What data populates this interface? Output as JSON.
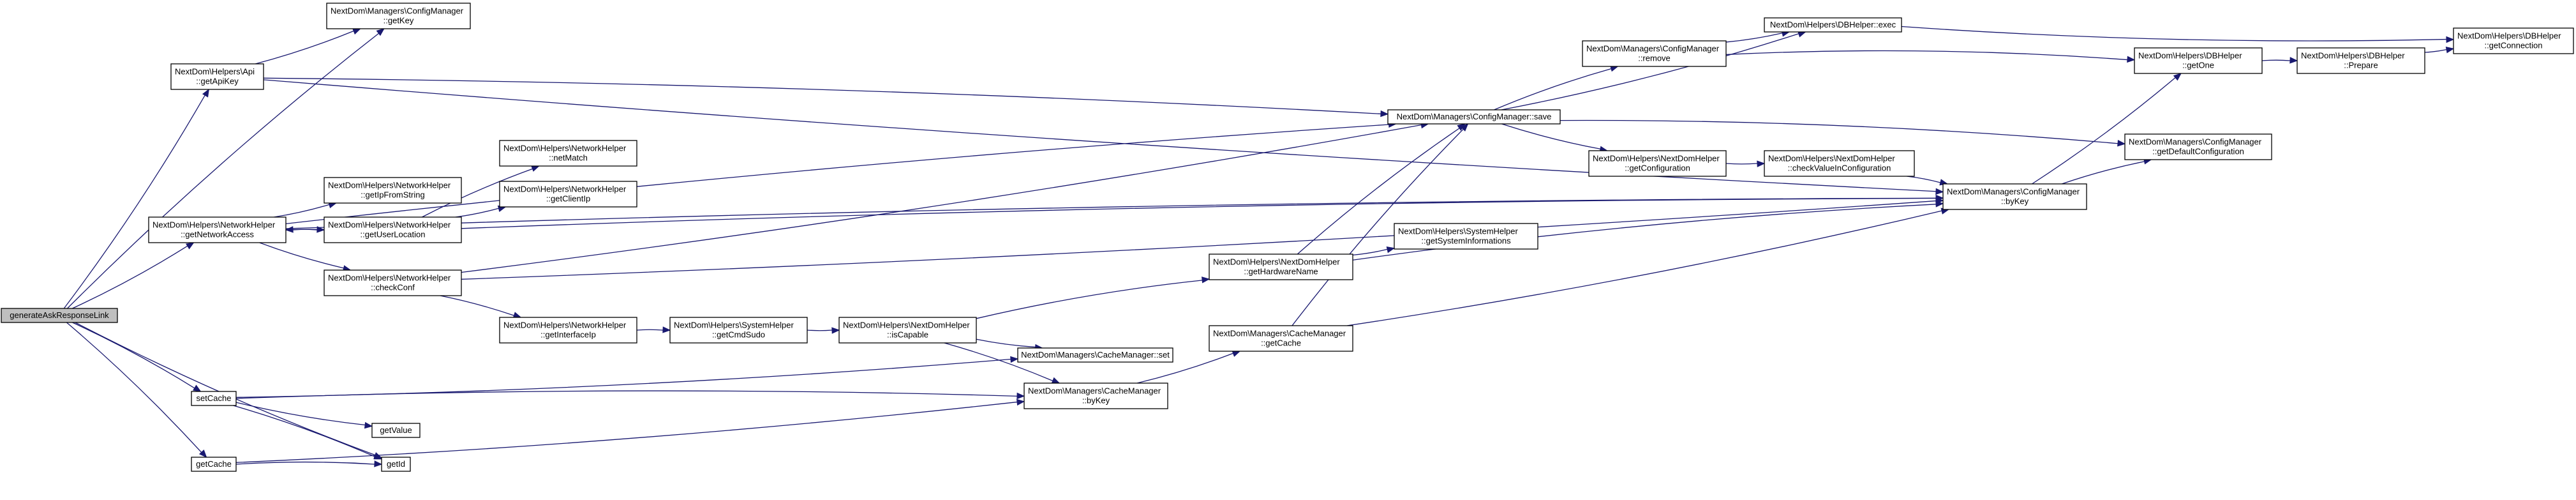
{
  "graph": {
    "root": "generateAskResponseLink",
    "nodes": [
      {
        "id": "gen",
        "lines": [
          "generateAskResponseLink"
        ],
        "highlight": true
      },
      {
        "id": "api",
        "lines": [
          "NextDom\\Helpers\\Api",
          "::getApiKey"
        ]
      },
      {
        "id": "cm_getkey",
        "lines": [
          "NextDom\\Managers\\ConfigManager",
          "::getKey"
        ]
      },
      {
        "id": "nh_access",
        "lines": [
          "NextDom\\Helpers\\NetworkHelper",
          "::getNetworkAccess"
        ]
      },
      {
        "id": "nh_ipfrom",
        "lines": [
          "NextDom\\Helpers\\NetworkHelper",
          "::getIpFromString"
        ]
      },
      {
        "id": "nh_userloc",
        "lines": [
          "NextDom\\Helpers\\NetworkHelper",
          "::getUserLocation"
        ]
      },
      {
        "id": "nh_netmatch",
        "lines": [
          "NextDom\\Helpers\\NetworkHelper",
          "::netMatch"
        ]
      },
      {
        "id": "nh_clientip",
        "lines": [
          "NextDom\\Helpers\\NetworkHelper",
          "::getClientIp"
        ]
      },
      {
        "id": "nh_check",
        "lines": [
          "NextDom\\Helpers\\NetworkHelper",
          "::checkConf"
        ]
      },
      {
        "id": "nh_iface",
        "lines": [
          "NextDom\\Helpers\\NetworkHelper",
          "::getInterfaceIp"
        ]
      },
      {
        "id": "sh_sudo",
        "lines": [
          "NextDom\\Helpers\\SystemHelper",
          "::getCmdSudo"
        ]
      },
      {
        "id": "ndh_capable",
        "lines": [
          "NextDom\\Helpers\\NextDomHelper",
          "::isCapable"
        ]
      },
      {
        "id": "cache_set",
        "lines": [
          "NextDom\\Managers\\CacheManager::set"
        ]
      },
      {
        "id": "cache_bykey",
        "lines": [
          "NextDom\\Managers\\CacheManager",
          "::byKey"
        ]
      },
      {
        "id": "setCache",
        "lines": [
          "setCache"
        ]
      },
      {
        "id": "getValue",
        "lines": [
          "getValue"
        ]
      },
      {
        "id": "getId",
        "lines": [
          "getId"
        ]
      },
      {
        "id": "getCache",
        "lines": [
          "getCache"
        ]
      },
      {
        "id": "ndh_hw",
        "lines": [
          "NextDom\\Helpers\\NextDomHelper",
          "::getHardwareName"
        ]
      },
      {
        "id": "sh_sysinfo",
        "lines": [
          "NextDom\\Helpers\\SystemHelper",
          "::getSystemInformations"
        ]
      },
      {
        "id": "cache_get",
        "lines": [
          "NextDom\\Managers\\CacheManager",
          "::getCache"
        ]
      },
      {
        "id": "cm_save",
        "lines": [
          "NextDom\\Managers\\ConfigManager::save"
        ]
      },
      {
        "id": "cm_remove",
        "lines": [
          "NextDom\\Managers\\ConfigManager",
          "::remove"
        ]
      },
      {
        "id": "ndh_conf",
        "lines": [
          "NextDom\\Helpers\\NextDomHelper",
          "::getConfiguration"
        ]
      },
      {
        "id": "ndh_check",
        "lines": [
          "NextDom\\Helpers\\NextDomHelper",
          "::checkValueInConfiguration"
        ]
      },
      {
        "id": "db_exec",
        "lines": [
          "NextDom\\Helpers\\DBHelper::exec"
        ]
      },
      {
        "id": "db_getone",
        "lines": [
          "NextDom\\Helpers\\DBHelper",
          "::getOne"
        ]
      },
      {
        "id": "db_prepare",
        "lines": [
          "NextDom\\Helpers\\DBHelper",
          "::Prepare"
        ]
      },
      {
        "id": "db_conn",
        "lines": [
          "NextDom\\Helpers\\DBHelper",
          "::getConnection"
        ]
      },
      {
        "id": "cm_default",
        "lines": [
          "NextDom\\Managers\\ConfigManager",
          "::getDefaultConfiguration"
        ]
      },
      {
        "id": "cm_bykey",
        "lines": [
          "NextDom\\Managers\\ConfigManager",
          "::byKey"
        ]
      }
    ],
    "edges": [
      [
        "gen",
        "api"
      ],
      [
        "gen",
        "cm_getkey"
      ],
      [
        "gen",
        "nh_access"
      ],
      [
        "gen",
        "setCache"
      ],
      [
        "gen",
        "getId"
      ],
      [
        "gen",
        "getCache"
      ],
      [
        "api",
        "cm_getkey"
      ],
      [
        "api",
        "cm_save"
      ],
      [
        "api",
        "cm_bykey"
      ],
      [
        "nh_access",
        "cm_save"
      ],
      [
        "nh_access",
        "nh_ipfrom"
      ],
      [
        "nh_access",
        "nh_userloc"
      ],
      [
        "nh_access",
        "nh_check"
      ],
      [
        "nh_access",
        "cm_bykey"
      ],
      [
        "nh_userloc",
        "nh_access"
      ],
      [
        "nh_userloc",
        "nh_netmatch"
      ],
      [
        "nh_userloc",
        "nh_clientip"
      ],
      [
        "nh_userloc",
        "cm_bykey"
      ],
      [
        "nh_check",
        "cm_save"
      ],
      [
        "nh_check",
        "nh_iface"
      ],
      [
        "nh_check",
        "cm_bykey"
      ],
      [
        "nh_iface",
        "sh_sudo"
      ],
      [
        "sh_sudo",
        "ndh_capable"
      ],
      [
        "ndh_capable",
        "ndh_hw"
      ],
      [
        "ndh_capable",
        "cache_set"
      ],
      [
        "ndh_capable",
        "cache_bykey"
      ],
      [
        "setCache",
        "cache_set"
      ],
      [
        "setCache",
        "cache_bykey"
      ],
      [
        "setCache",
        "getValue"
      ],
      [
        "setCache",
        "getId"
      ],
      [
        "getCache",
        "cache_bykey"
      ],
      [
        "getCache",
        "getId"
      ],
      [
        "cache_bykey",
        "cache_get"
      ],
      [
        "cache_get",
        "cm_save"
      ],
      [
        "cache_get",
        "cm_bykey"
      ],
      [
        "ndh_hw",
        "cm_save"
      ],
      [
        "ndh_hw",
        "sh_sysinfo"
      ],
      [
        "ndh_hw",
        "cm_bykey"
      ],
      [
        "cm_save",
        "db_exec"
      ],
      [
        "cm_save",
        "cm_remove"
      ],
      [
        "cm_save",
        "ndh_conf"
      ],
      [
        "cm_save",
        "cm_default"
      ],
      [
        "cm_remove",
        "db_exec"
      ],
      [
        "cm_remove",
        "db_getone"
      ],
      [
        "ndh_conf",
        "ndh_check"
      ],
      [
        "ndh_check",
        "cm_bykey"
      ],
      [
        "cm_bykey",
        "db_getone"
      ],
      [
        "cm_bykey",
        "cm_default"
      ],
      [
        "db_exec",
        "db_conn"
      ],
      [
        "db_getone",
        "db_prepare"
      ],
      [
        "db_prepare",
        "db_conn"
      ]
    ]
  },
  "colors": {
    "edge": "#191970",
    "node_fill": "#ffffff",
    "node_border": "#000000",
    "highlight_fill": "#bfbfbf",
    "text": "#000000"
  }
}
